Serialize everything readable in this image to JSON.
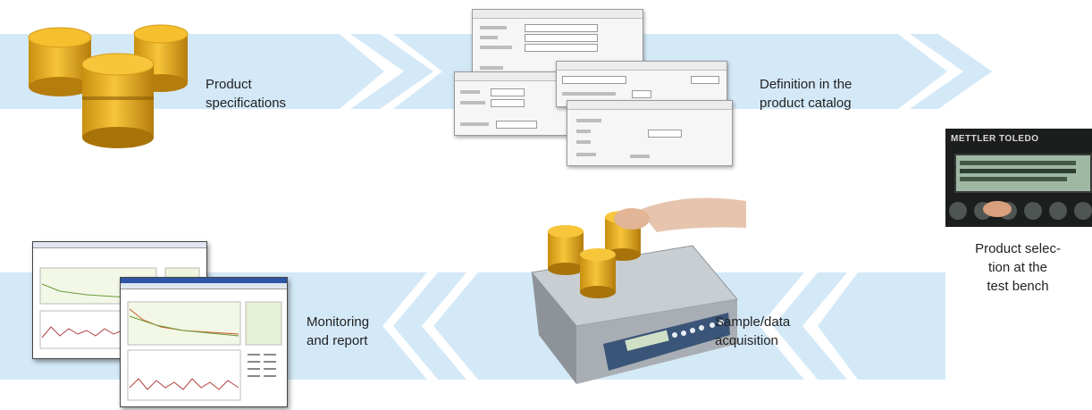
{
  "steps": [
    {
      "id": "product-specifications",
      "label": "Product\nspecifications"
    },
    {
      "id": "definition-catalog",
      "label": "Definition in the\nproduct catalog"
    },
    {
      "id": "product-selection",
      "label": "Product selec-\ntion at the\ntest bench"
    },
    {
      "id": "sample-acquisition",
      "label": "Sample/data\nacquisition"
    },
    {
      "id": "monitoring-report",
      "label": "Monitoring\nand report"
    }
  ],
  "terminal": {
    "brand": "METTLER TOLEDO"
  },
  "colors": {
    "band": "#d4e9f8",
    "product": "#f0b828",
    "product_shade": "#c98f10",
    "terminal_bg": "#1c1e1d",
    "scale_body": "#b9bec4",
    "keypad": "#3a5578"
  }
}
